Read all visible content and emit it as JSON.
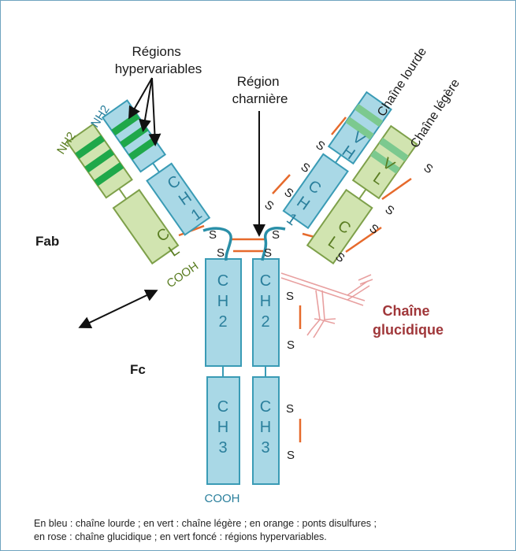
{
  "colors": {
    "heavy_fill": "#a9d8e6",
    "heavy_stroke": "#3a9bb5",
    "light_fill": "#d1e4b0",
    "light_stroke": "#7ea04a",
    "hypervariable": "#1fa84a",
    "disulfide": "#e66a2c",
    "sugar": "#e8a0a0",
    "sugar_label": "#a0373a",
    "label_blue": "#2a7f9c",
    "label_green": "#5a7d22",
    "label_dark": "#1a1a1a"
  },
  "labels": {
    "hypervariable_regions": [
      "Régions",
      "hypervariables"
    ],
    "hinge_region": [
      "Région",
      "charnière"
    ],
    "heavy_chain": "Chaîne lourde",
    "light_chain": "Chaîne légère",
    "sugar_chain": [
      "Chaîne",
      "glucidique"
    ],
    "fab": "Fab",
    "fc": "Fc",
    "nh2": "NH2",
    "cooh": "COOH",
    "sulfur": "S"
  },
  "domains": {
    "ch1": "CH1",
    "ch2": "CH2",
    "ch3": "CH3",
    "cl": "CL",
    "vh": "VH",
    "vl": "VL"
  },
  "caption": {
    "line1": "En bleu  : chaîne lourde ; en vert : chaîne légère ; en orange  : ponts disulfures ;",
    "line2": "en rose : chaîne glucidique ; en vert  foncé : régions hypervariables."
  }
}
